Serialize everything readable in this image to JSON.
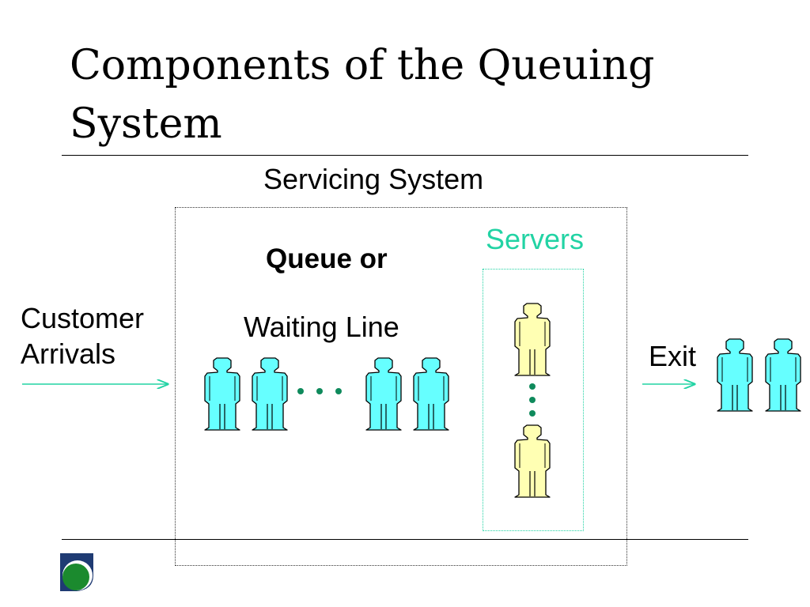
{
  "slide": {
    "title_line1": "Components of the Queuing",
    "title_line2": "System"
  },
  "diagram": {
    "servicing_system_label": "Servicing System",
    "queue_label": "Queue or",
    "waiting_line_label": "Waiting Line",
    "servers_label": "Servers",
    "customer_arrivals_line1": "Customer",
    "customer_arrivals_line2": "Arrivals",
    "exit_label": "Exit",
    "colors": {
      "customer_fill": "#66ffff",
      "server_fill": "#ffffb3",
      "accent": "#22d3a4",
      "logo_blue": "#1f3b73",
      "logo_green": "#1b8a2e"
    }
  }
}
